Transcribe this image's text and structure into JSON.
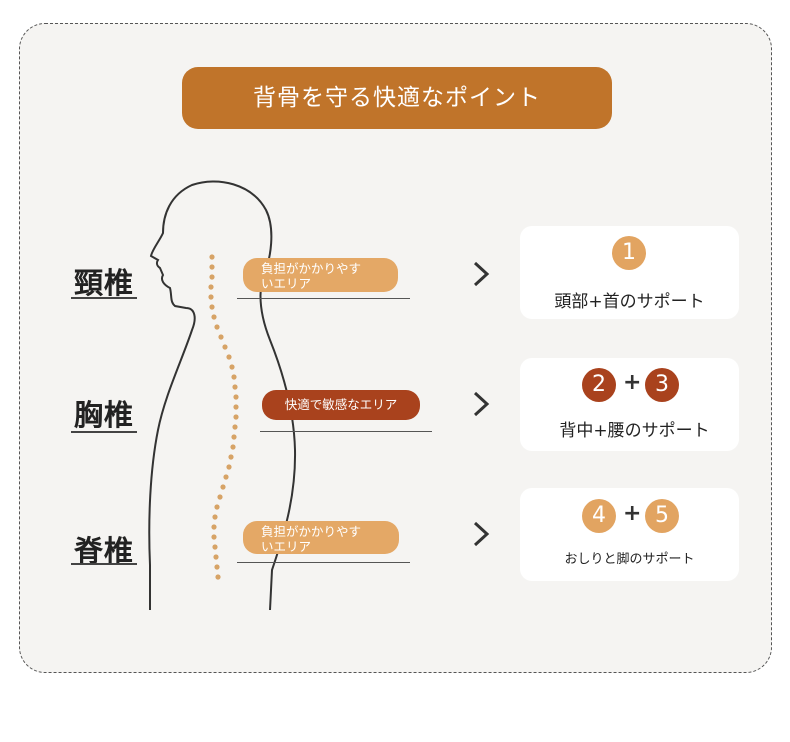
{
  "title": "背骨を守る快適なポイント",
  "regions": [
    {
      "label": "頸椎",
      "callout": "負担がかかりやすいエリア",
      "callout_line1": "負担がかかりやす",
      "callout_line2": "いエリア"
    },
    {
      "label": "胸椎",
      "callout": "快適で敏感なエリア"
    },
    {
      "label": "脊椎",
      "callout": "負担がかかりやすいエリア",
      "callout_line1": "負担がかかりやす",
      "callout_line2": "いエリア"
    }
  ],
  "cards": [
    {
      "numbers": [
        "1"
      ],
      "text": "頭部+首のサポート"
    },
    {
      "numbers": [
        "2",
        "3"
      ],
      "text": "背中+腰のサポート"
    },
    {
      "numbers": [
        "4",
        "5"
      ],
      "text": "おしりと脚のサポート"
    }
  ],
  "plus_sign": "+",
  "colors": {
    "accent": "#c0742a",
    "light_orange": "#e4a866",
    "dark_red": "#a9421d"
  }
}
